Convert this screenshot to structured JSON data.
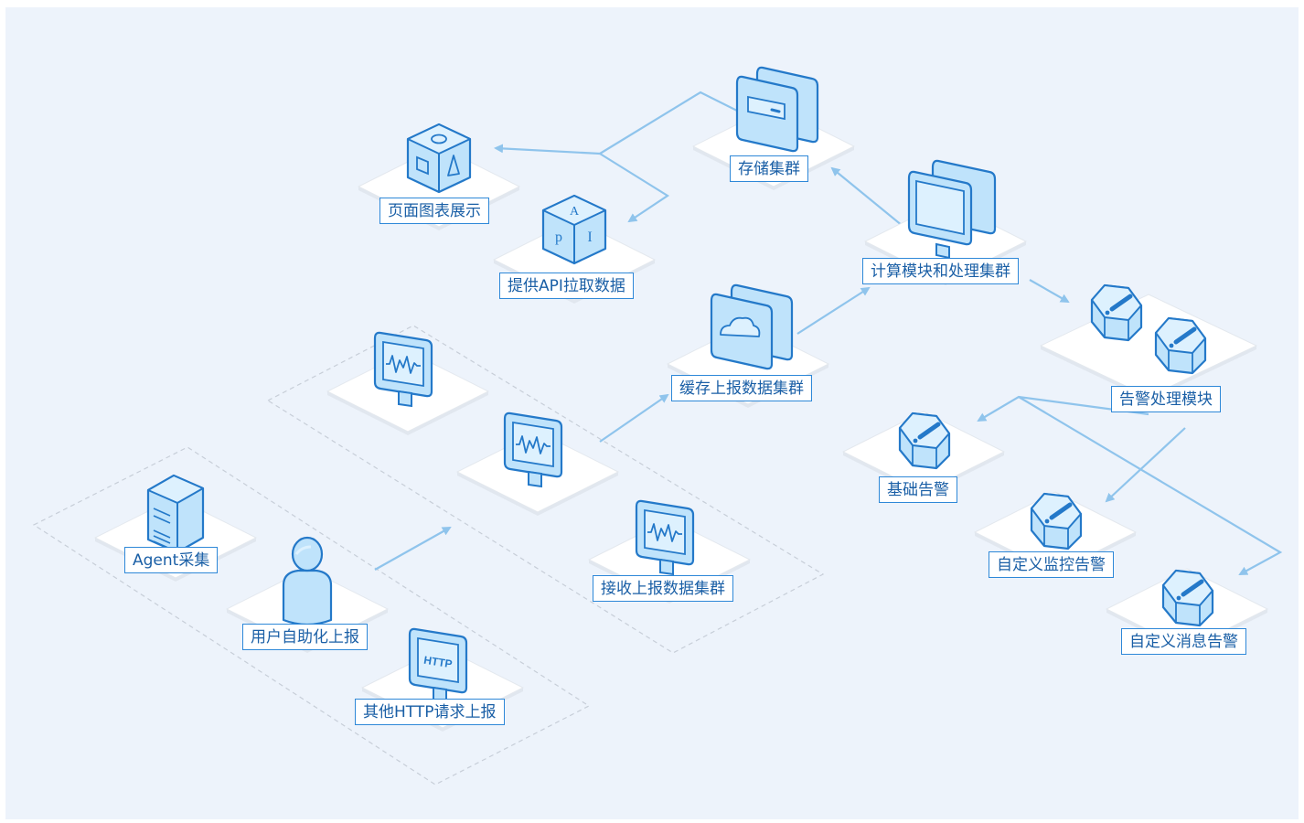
{
  "colors": {
    "background": "#edf3fb",
    "plate": "#ffffff",
    "plate_side": "#e1e7ef",
    "icon_fill": "#bfe3fb",
    "icon_face": "#ddf1fe",
    "icon_stroke": "#2479c9",
    "arrow": "#8fc4ec",
    "group_border": "#c7ced8",
    "label_border": "#2e88d8",
    "label_text": "#1a5fa6"
  },
  "nodes": {
    "agent": {
      "label": "Agent采集",
      "icon": "server-tower-icon"
    },
    "user_report": {
      "label": "用户自助化上报",
      "icon": "user-icon"
    },
    "http_report": {
      "label": "其他HTTP请求上报",
      "icon": "http-monitor-icon",
      "icon_text": "HTTP"
    },
    "receive_cluster": {
      "label": "接收上报数据集群",
      "icon": "waveform-monitor-icon"
    },
    "cache_cluster": {
      "label": "缓存上报数据集群",
      "icon": "cloud-server-icon"
    },
    "storage_cluster": {
      "label": "存储集群",
      "icon": "storage-server-icon"
    },
    "page_chart": {
      "label": "页面图表展示",
      "icon": "shapes-cube-icon"
    },
    "api_pull": {
      "label": "提供API拉取数据",
      "icon": "api-cube-icon",
      "icon_letters": [
        "A",
        "p",
        "I"
      ]
    },
    "compute_cluster": {
      "label": "计算模块和处理集群",
      "icon": "monitor-cluster-icon"
    },
    "alert_module": {
      "label": "告警处理模块",
      "icon": "alert-hex-icon"
    },
    "basic_alert": {
      "label": "基础告警",
      "icon": "alert-hex-icon"
    },
    "custom_monitor_alert": {
      "label": "自定义监控告警",
      "icon": "alert-hex-icon"
    },
    "custom_message_alert": {
      "label": "自定义消息告警",
      "icon": "alert-hex-icon"
    }
  }
}
